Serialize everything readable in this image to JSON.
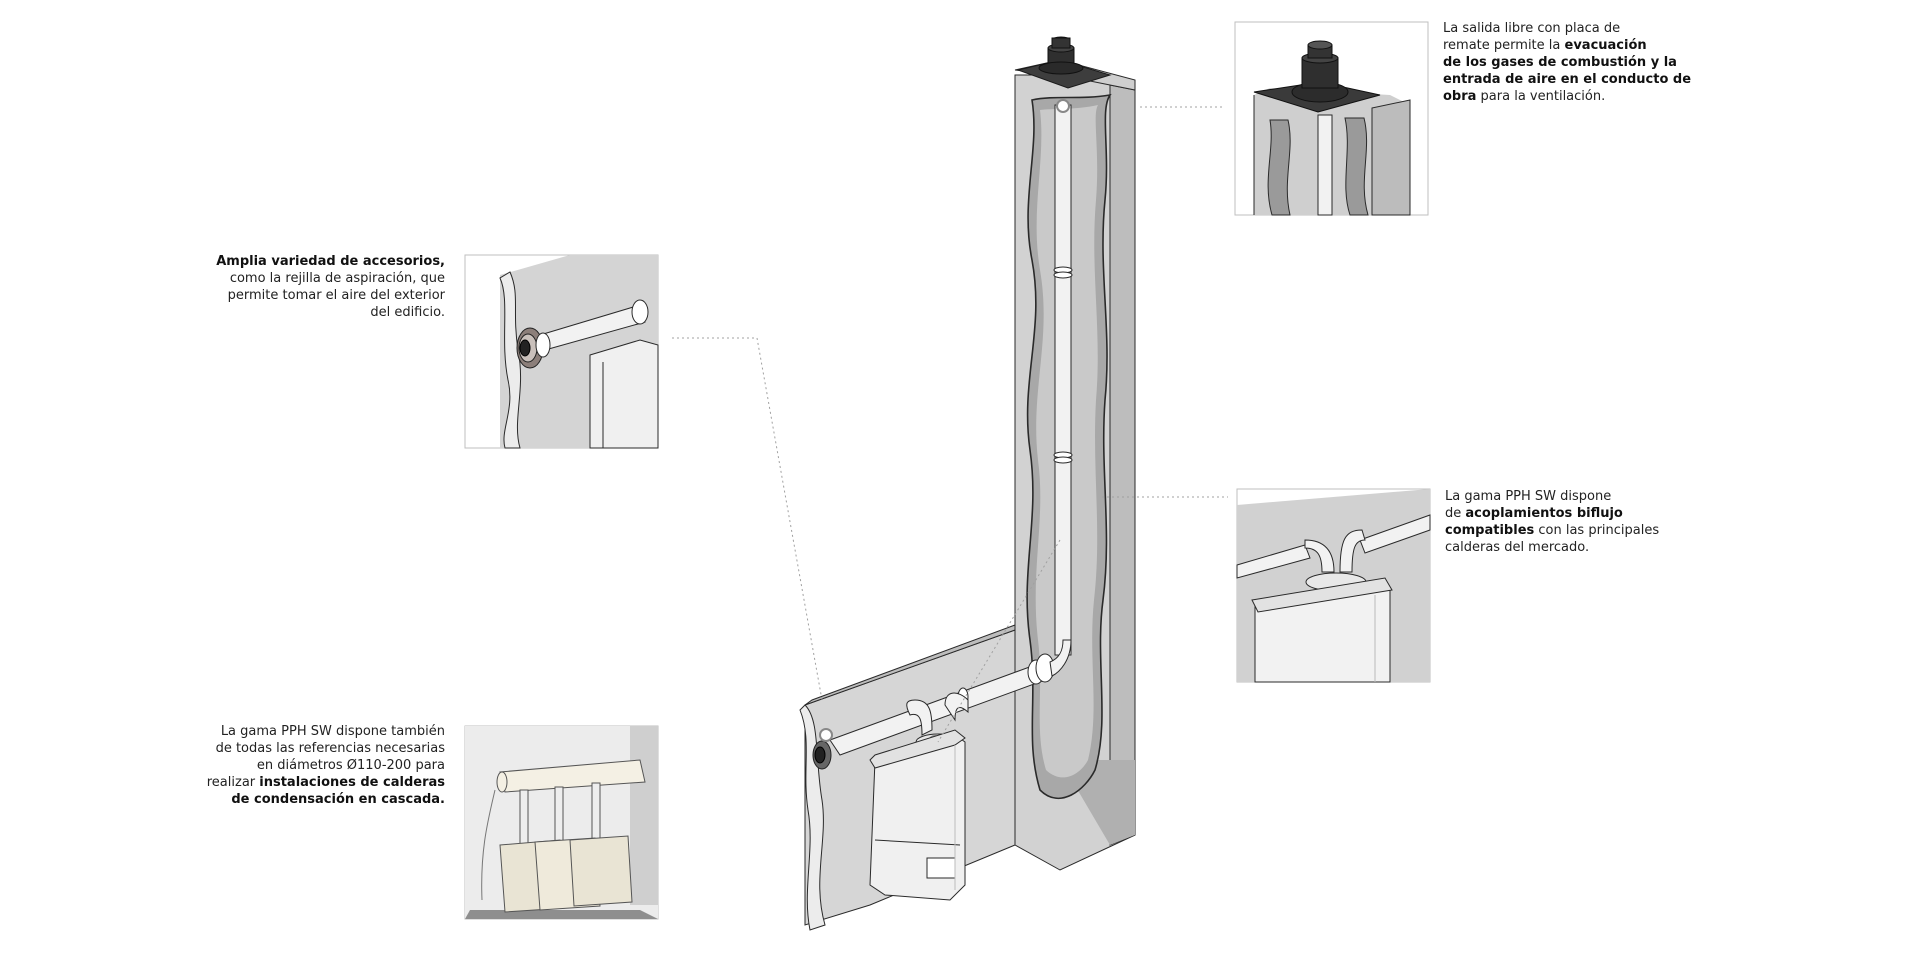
{
  "callouts": {
    "top_right": {
      "lines": [
        [
          {
            "t": "La salida libre con placa de",
            "b": false
          }
        ],
        [
          {
            "t": "remate permite la ",
            "b": false
          },
          {
            "t": "evacuación",
            "b": true
          }
        ],
        [
          {
            "t": "de los gases de combustión y la",
            "b": true
          }
        ],
        [
          {
            "t": "entrada de aire en el conducto de",
            "b": true
          }
        ],
        [
          {
            "t": "obra",
            "b": true
          },
          {
            "t": " para la ventilación.",
            "b": false
          }
        ]
      ]
    },
    "mid_left": {
      "lines": [
        [
          {
            "t": "Amplia variedad de accesorios,",
            "b": true
          }
        ],
        [
          {
            "t": "como la rejilla de aspiración, que",
            "b": false
          }
        ],
        [
          {
            "t": "permite tomar el aire del exterior",
            "b": false
          }
        ],
        [
          {
            "t": "del edificio.",
            "b": false
          }
        ]
      ]
    },
    "mid_right": {
      "lines": [
        [
          {
            "t": "La gama PPH SW dispone",
            "b": false
          }
        ],
        [
          {
            "t": "de ",
            "b": false
          },
          {
            "t": "acoplamientos biflujo",
            "b": true
          }
        ],
        [
          {
            "t": "compatibles",
            "b": true
          },
          {
            "t": " con las principales",
            "b": false
          }
        ],
        [
          {
            "t": "calderas del mercado.",
            "b": false
          }
        ]
      ]
    },
    "bottom_left": {
      "lines": [
        [
          {
            "t": "La gama PPH SW dispone también",
            "b": false
          }
        ],
        [
          {
            "t": "de todas las referencias necesarias",
            "b": false
          }
        ],
        [
          {
            "t": "en diámetros Ø110-200 para",
            "b": false
          }
        ],
        [
          {
            "t": "realizar ",
            "b": false
          },
          {
            "t": "instalaciones de calderas",
            "b": true
          }
        ],
        [
          {
            "t": "de condensación en cascada.",
            "b": true
          }
        ]
      ]
    }
  },
  "colors": {
    "wall_light": "#d9d9d9",
    "wall_mid": "#c4c4c4",
    "wall_dark": "#a9a9a9",
    "pipe": "#f2f2f2",
    "outline": "#2a2a2a",
    "leader": "#9a9a9a",
    "terminal": "#3a3a3a"
  }
}
